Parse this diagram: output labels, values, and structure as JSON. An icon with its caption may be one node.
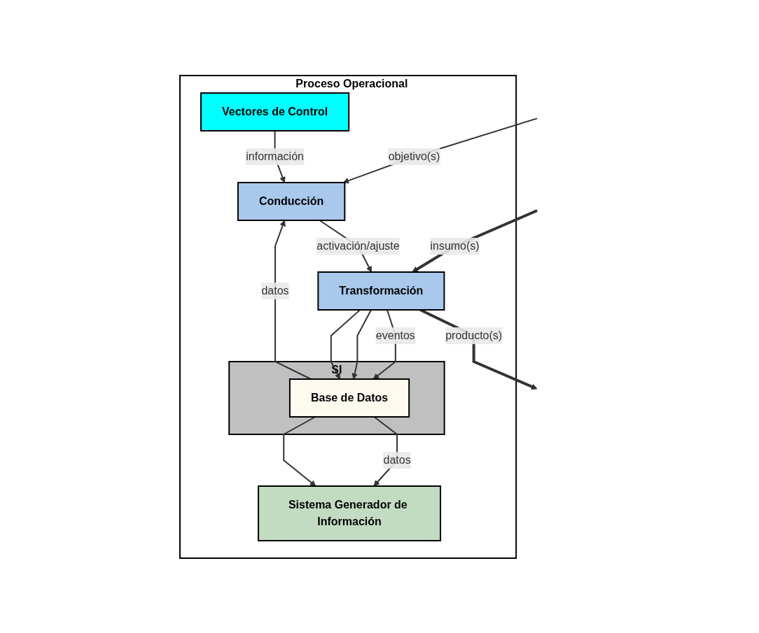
{
  "diagram": {
    "nodes": [
      {
        "text": [
          "Proceso Operacional"
        ]
      },
      {
        "text": [
          "Conducción"
        ],
        "in": 0
      },
      {
        "text": [
          "Transformación"
        ],
        "in": 0
      },
      {
        "text": [
          "SI"
        ],
        "in": 0
      },
      {
        "text": [
          "Base de Datos"
        ],
        "in": 3
      },
      {
        "text": [
          "Sistema Generador de Información"
        ],
        "in": 0
      },
      {
        "text": [
          "Vectores de Control"
        ],
        "in": 0
      }
    ],
    "edges": [
      {
        "from": null,
        "to": 1,
        "arrow": "to",
        "label": "objetivo(s)"
      },
      {
        "from": null,
        "to": 2,
        "arrow": "to",
        "label": "insumo(s)",
        "style": "thick"
      },
      {
        "from": 1,
        "to": 2,
        "arrow": "to",
        "label": "activación/ajuste"
      },
      {
        "from": 2,
        "to": null,
        "arrow": "to",
        "label": "producto(s)",
        "style": "thick"
      },
      {
        "from": 2,
        "to": 4,
        "arrow": "to",
        "label": "eventos"
      },
      {
        "from": 2,
        "to": 4,
        "arrow": "to"
      },
      {
        "from": 2,
        "to": 4,
        "arrow": "to"
      },
      {
        "from": 4,
        "to": 1,
        "arrow": "to",
        "label": "datos"
      },
      {
        "from": 4,
        "to": 5,
        "arrow": "to",
        "label": "datos"
      },
      {
        "from": 4,
        "to": 5,
        "arrow": "to"
      },
      {
        "from": 6,
        "to": 1,
        "arrow": "to",
        "label": "información"
      }
    ]
  }
}
